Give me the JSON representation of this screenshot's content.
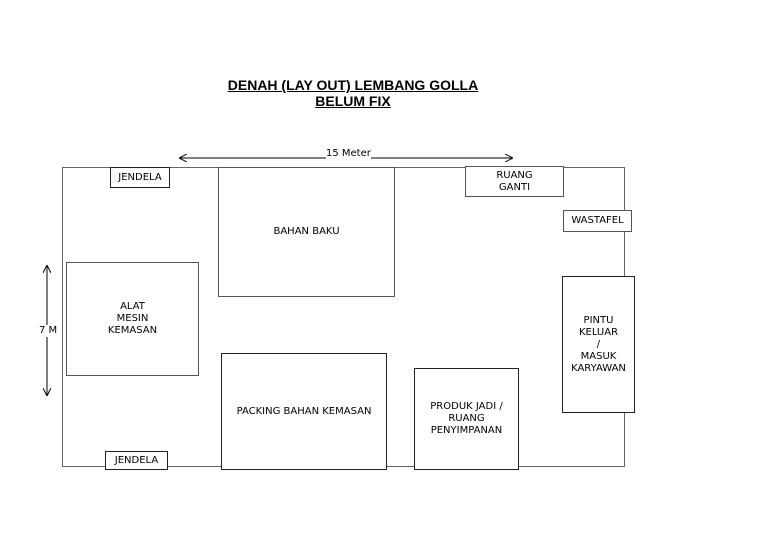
{
  "title": {
    "line1": "DENAH (LAY OUT) LEMBANG GOLLA",
    "line2": "BELUM FIX"
  },
  "dimensions": {
    "width_label": "15 Meter",
    "height_label": "7 M"
  },
  "rooms": {
    "jendela_top": "JENDELA",
    "bahan_baku": "BAHAN BAKU",
    "ruang_ganti": "RUANG\nGANTI",
    "wastafel": "WASTAFEL",
    "alat_mesin": "ALAT\nMESIN\nKEMASAN",
    "pintu": "PINTU\nKELUAR\n/\nMASUK\nKARYAWAN",
    "packing": "PACKING BAHAN KEMASAN",
    "produk_jadi": "PRODUK JADI /\nRUANG\nPENYIMPANAN",
    "jendela_bottom": "JENDELA"
  }
}
